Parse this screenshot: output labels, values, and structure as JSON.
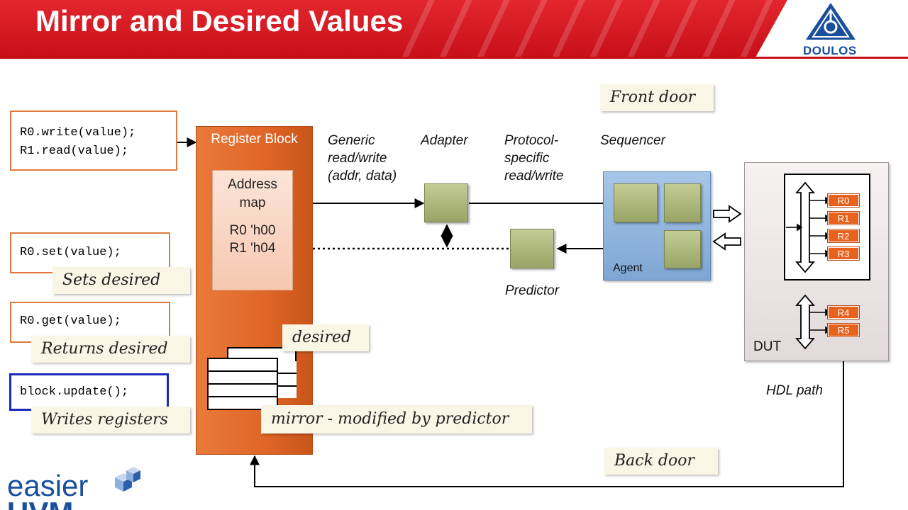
{
  "header": {
    "title": "Mirror and Desired Values",
    "logo": "DOULOS",
    "logo_icon": "doulos-triangle-icon"
  },
  "code": {
    "write_read_line1": "R0.write(value);",
    "write_read_line2": "R1.read(value);",
    "set": "R0.set(value);",
    "get": "R0.get(value);",
    "update": "block.update();"
  },
  "notes": {
    "sets_desired": "Sets desired",
    "returns_desired": "Returns desired",
    "writes_registers": "Writes registers",
    "front_door": "Front door",
    "back_door": "Back door",
    "desired": "desired",
    "mirror": "mirror - modified by predictor"
  },
  "register_block": {
    "title": "Register Block",
    "address_map_line1": "Address",
    "address_map_line2": "map",
    "r0_addr": "R0 'h00",
    "r1_addr": "R1 'h04"
  },
  "labels": {
    "generic_line1": "Generic",
    "generic_line2": "read/write",
    "generic_line3": "(addr, data)",
    "adapter": "Adapter",
    "protocol_line1": "Protocol-",
    "protocol_line2": "specific",
    "protocol_line3": "read/write",
    "sequencer": "Sequencer",
    "agent": "Agent",
    "predictor": "Predictor",
    "dut": "DUT",
    "hdl_path": "HDL path"
  },
  "registers": [
    "R0",
    "R1",
    "R2",
    "R3",
    "R4",
    "R5"
  ],
  "footer": {
    "brand_line1": "easier",
    "brand_line2": "UVM"
  },
  "colors": {
    "header_red": "#d4161e",
    "register_block_orange": "#e0692a",
    "agent_blue": "#8fb4dc",
    "highlight_border": "#1a2ab8"
  }
}
